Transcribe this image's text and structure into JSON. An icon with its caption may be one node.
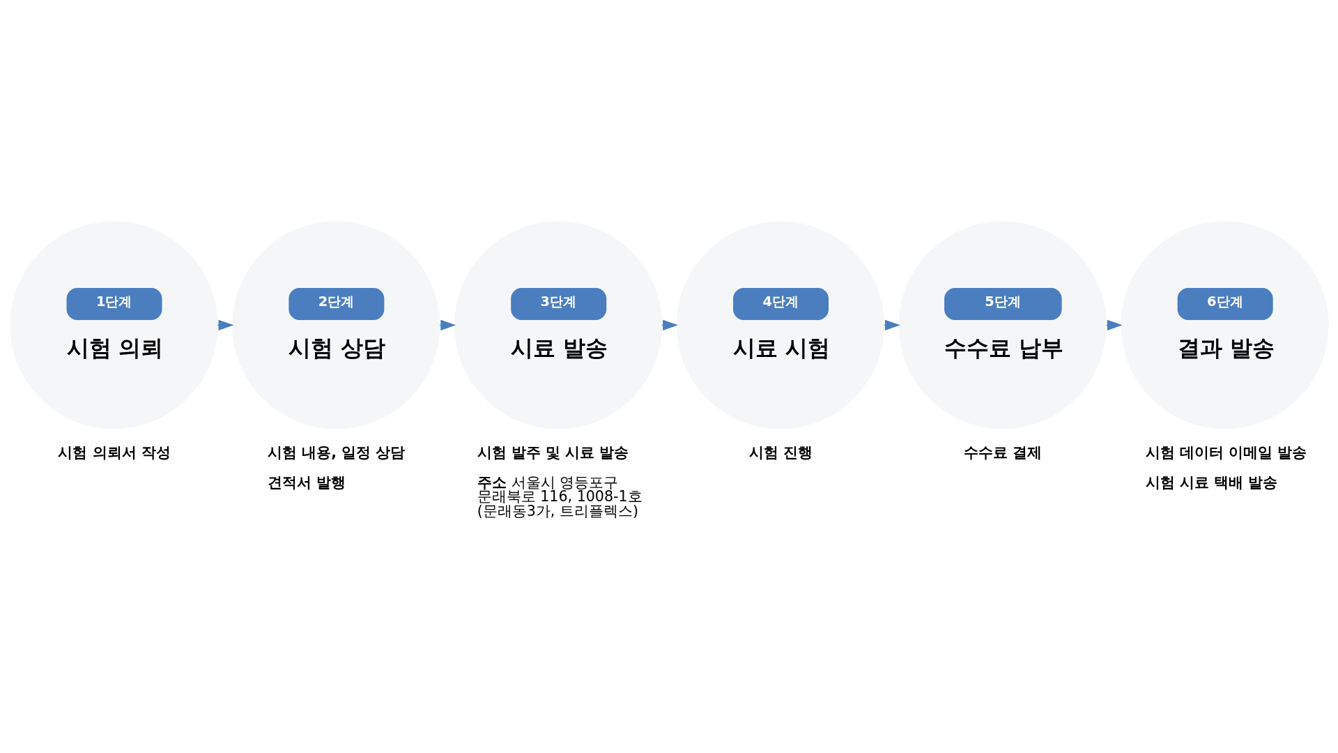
{
  "diagram": {
    "nodes": [
      {
        "text": [
          "1단계",
          "시험 의뢰"
        ],
        "beside": [
          "시험 의뢰서 작성"
        ]
      },
      {
        "text": [
          "2단계",
          "시험 상담"
        ],
        "beside": [
          "시험 내용, 일정 상담",
          "견적서 발행"
        ]
      },
      {
        "text": [
          "3단계",
          "시료 발송"
        ],
        "beside": [
          "시험 발주 및 시료 발송",
          "**주소** 서울시 영등포구 문래북로 116, 1008-1호 (문래동3가, 트리플렉스)"
        ]
      },
      {
        "text": [
          "4단계",
          "시료 시험"
        ],
        "beside": [
          "시험 진행"
        ]
      },
      {
        "text": [
          "5단계",
          "수수료 납부"
        ],
        "beside": [
          "수수료 결제"
        ]
      },
      {
        "text": [
          "6단계",
          "결과 발송"
        ],
        "beside": [
          "시험 데이터 이메일 발송",
          "시험 시료 택배 발송"
        ]
      }
    ],
    "edges": [
      {
        "from": 0,
        "to": 1,
        "arrow": "to"
      },
      {
        "from": 1,
        "to": 2,
        "arrow": "to"
      },
      {
        "from": 2,
        "to": 3,
        "arrow": "to"
      },
      {
        "from": 3,
        "to": 4,
        "arrow": "to"
      },
      {
        "from": 4,
        "to": 5,
        "arrow": "to"
      }
    ]
  }
}
